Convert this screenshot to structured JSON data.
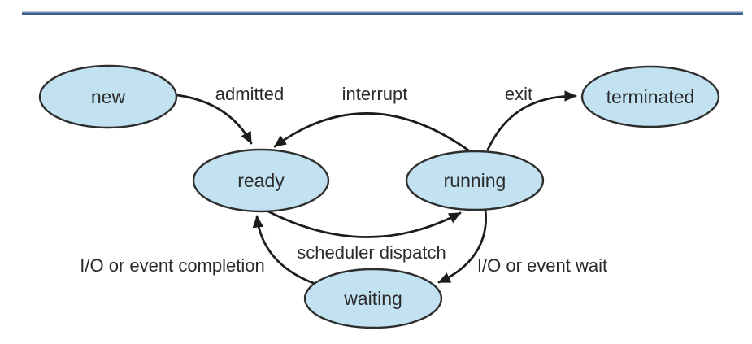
{
  "diagram": {
    "states": [
      {
        "id": "new",
        "label": "new"
      },
      {
        "id": "ready",
        "label": "ready"
      },
      {
        "id": "running",
        "label": "running"
      },
      {
        "id": "waiting",
        "label": "waiting"
      },
      {
        "id": "terminated",
        "label": "terminated"
      }
    ],
    "transitions": [
      {
        "id": "admitted",
        "label": "admitted",
        "from": "new",
        "to": "ready"
      },
      {
        "id": "interrupt",
        "label": "interrupt",
        "from": "running",
        "to": "ready"
      },
      {
        "id": "exit",
        "label": "exit",
        "from": "running",
        "to": "terminated"
      },
      {
        "id": "scheduler-dispatch",
        "label": "scheduler dispatch",
        "from": "ready",
        "to": "running"
      },
      {
        "id": "io-event-wait",
        "label": "I/O or event wait",
        "from": "running",
        "to": "waiting"
      },
      {
        "id": "io-event-completion",
        "label": "I/O or event completion",
        "from": "waiting",
        "to": "ready"
      }
    ],
    "colors": {
      "state_fill": "#c2e2f2",
      "state_border": "#2e2e2e",
      "arrow_color": "#1c1c1c",
      "text_color": "#2b2b2b",
      "rule_top": "#b5c6da",
      "rule_bottom": "#3f5e8c"
    }
  }
}
